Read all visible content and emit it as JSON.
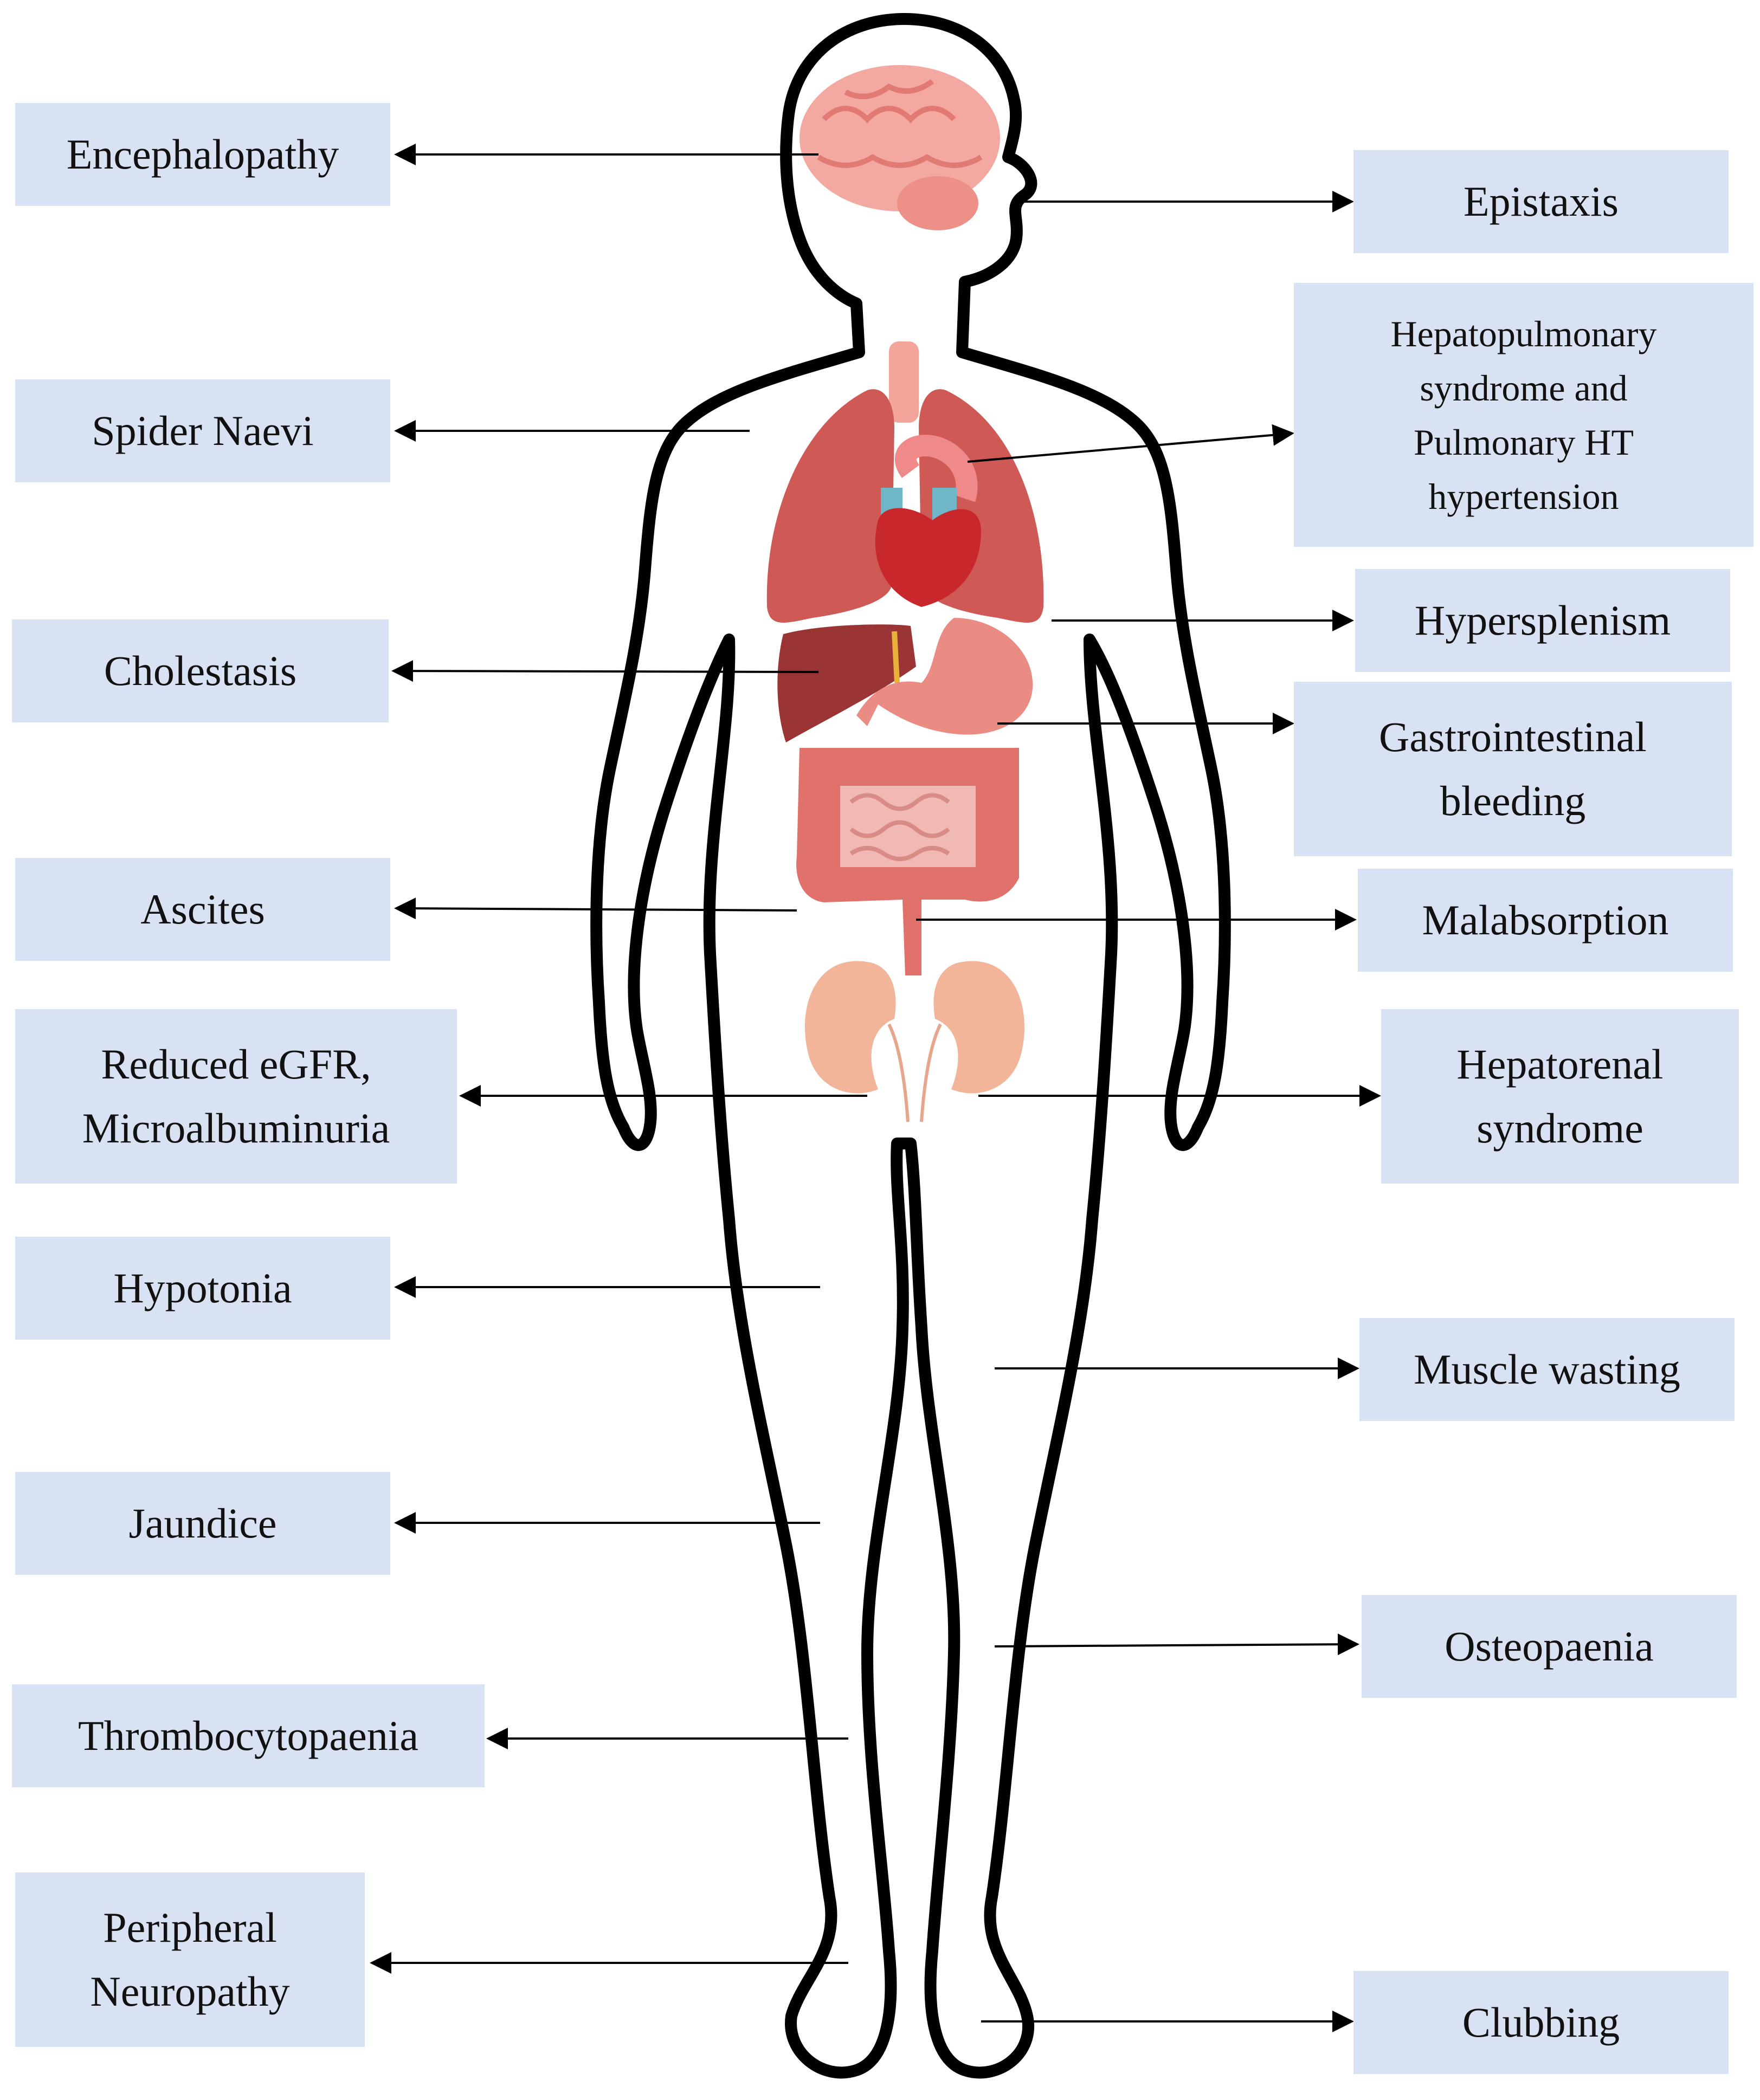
{
  "colors": {
    "label_box": "#d9e2f3",
    "label_text": "#111111",
    "body_outline": "#000000",
    "arrow": "#000000",
    "lung": "#cf5a55",
    "lung_dark": "#b8403d",
    "heart": "#c8282b",
    "aorta": "#f08a8a",
    "vessel_blue": "#6fb6c9",
    "liver": "#9b3434",
    "stomach": "#ea8c84",
    "intestine": "#e0716b",
    "small_intestine": "#f1b9b3",
    "kidney": "#f2b59a",
    "brain": "#f4a8a2",
    "trachea": "#f3a59c"
  },
  "labels": {
    "encephalopathy": {
      "lines": [
        "Encephalopathy"
      ]
    },
    "spider_naevi": {
      "lines": [
        "Spider Naevi"
      ]
    },
    "cholestasis": {
      "lines": [
        "Cholestasis"
      ]
    },
    "ascites": {
      "lines": [
        "Ascites"
      ]
    },
    "reduced_egfr": {
      "lines": [
        "Reduced eGFR,",
        "Microalbuminuria"
      ]
    },
    "hypotonia": {
      "lines": [
        "Hypotonia"
      ]
    },
    "jaundice": {
      "lines": [
        "Jaundice"
      ]
    },
    "thrombocytopaenia": {
      "lines": [
        "Thrombocytopaenia"
      ]
    },
    "peripheral_neuropathy": {
      "lines": [
        "Peripheral",
        "Neuropathy"
      ]
    },
    "epistaxis": {
      "lines": [
        "Epistaxis"
      ]
    },
    "hepatopulmonary": {
      "lines": [
        "Hepatopulmonary",
        "syndrome and",
        "Pulmonary HT",
        "hypertension"
      ]
    },
    "hypersplenism": {
      "lines": [
        "Hypersplenism"
      ]
    },
    "gi_bleeding": {
      "lines": [
        "Gastrointestinal",
        "bleeding"
      ]
    },
    "malabsorption": {
      "lines": [
        "Malabsorption"
      ]
    },
    "hepatorenal": {
      "lines": [
        "Hepatorenal",
        "syndrome"
      ]
    },
    "muscle_wasting": {
      "lines": [
        "Muscle wasting"
      ]
    },
    "osteopaenia": {
      "lines": [
        "Osteopaenia"
      ]
    },
    "clubbing": {
      "lines": [
        "Clubbing"
      ]
    }
  }
}
